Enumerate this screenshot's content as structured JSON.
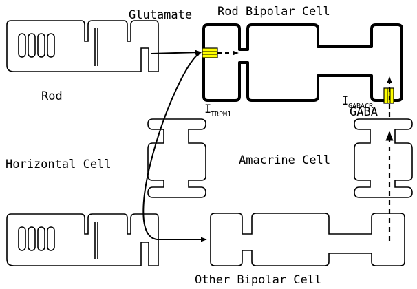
{
  "labels": {
    "rod": "Rod",
    "glutamate": "Glutamate",
    "rod_bipolar_cell": "Rod Bipolar Cell",
    "horizontal_cell": "Horizontal Cell",
    "amacrine_cell": "Amacrine Cell",
    "other_bipolar_cell": "Other Bipolar Cell",
    "gaba": "GABA",
    "current_trpm1": {
      "symbol": "I",
      "subscript": "TRPM1"
    },
    "current_gabacr": {
      "symbol": "I",
      "subscript": "GABACR"
    }
  },
  "colors": {
    "outline": "#000000",
    "channel_fill": "#ffff00",
    "background": "#ffffff"
  }
}
